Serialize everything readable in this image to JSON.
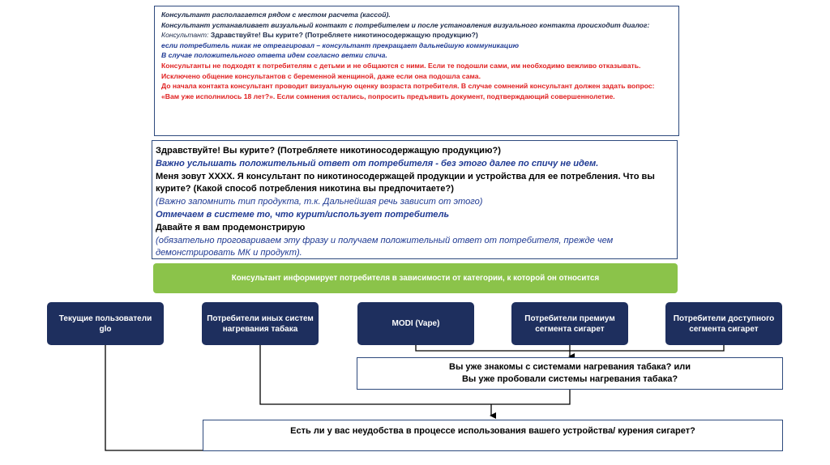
{
  "top_box": {
    "l1": "Консультант располагается рядом с местом расчета (кассой).",
    "l2": "Консультант устанавливает визуальный контакт с потребителем и после установления визуального контакта происходит диалог:",
    "l3_prefix": "Консультант:",
    "l3_text": " Здравствуйте! Вы курите? (Потребляете никотиносодержащую продукцию?)",
    "l4": "если потребитель никак не отреагировал – консультант прекращает дальнейшую коммуникацию",
    "l5": "В случае положительного ответа идем согласно ветки спича.",
    "l6": "Консультанты не подходят к потребителям с детьми и не общаются с ними. Если те подошли сами, им необходимо вежливо отказывать.",
    "l7": "Исключено общение консультантов с беременной женщиной, даже если она подошла сама.",
    "l8": "До начала контакта консультант проводит визуальную оценку возраста потребителя. В случае сомнений консультант должен задать вопрос: «Вам уже исполнилось 18 лет?». Если сомнения остались, попросить предъявить документ, подтверждающий совершеннолетие."
  },
  "script_box": {
    "l1": "Здравствуйте! Вы курите? (Потребляете никотиносодержащую продукцию?)",
    "l2": "Важно услышать положительный ответ от потребителя - без этого далее по спичу не идем.",
    "l3": "Меня зовут ХХХХ. Я консультант по никотиносодержащей продукции и устройства для ее потребления. Что вы курите? (Какой способ потребления никотина вы предпочитаете?)",
    "l4": "(Важно запомнить тип продукта, т.к. Дальнейшая речь зависит от этого)",
    "l5": "Отмечаем в системе то, что курит/использует потребитель",
    "l6": "Давайте я вам продемонстрирую",
    "l7": "(обязательно проговариваем эту фразу и получаем положительный ответ от потребителя, прежде чем демонстрировать МК и продукт)."
  },
  "green_bar": "Консультант информирует потребителя в зависимости от категории, к которой он относится",
  "categories": [
    "Текущие пользователи glo",
    "Потребители иных систем нагревания табака",
    "MODI (Vape)",
    "Потребители премиум сегмента сигарет",
    "Потребители доступного сегмента сигарет"
  ],
  "question1": {
    "l1": "Вы уже знакомы с системами нагревания табака? или",
    "l2": "Вы уже пробовали системы нагревания табака?"
  },
  "question2": "Есть ли у вас неудобства в процессе использования вашего устройства/ курения сигарет?",
  "colors": {
    "navy": "#1e2f5e",
    "green": "#8bc34a",
    "red": "#e02020",
    "border": "#2e4a7d"
  }
}
